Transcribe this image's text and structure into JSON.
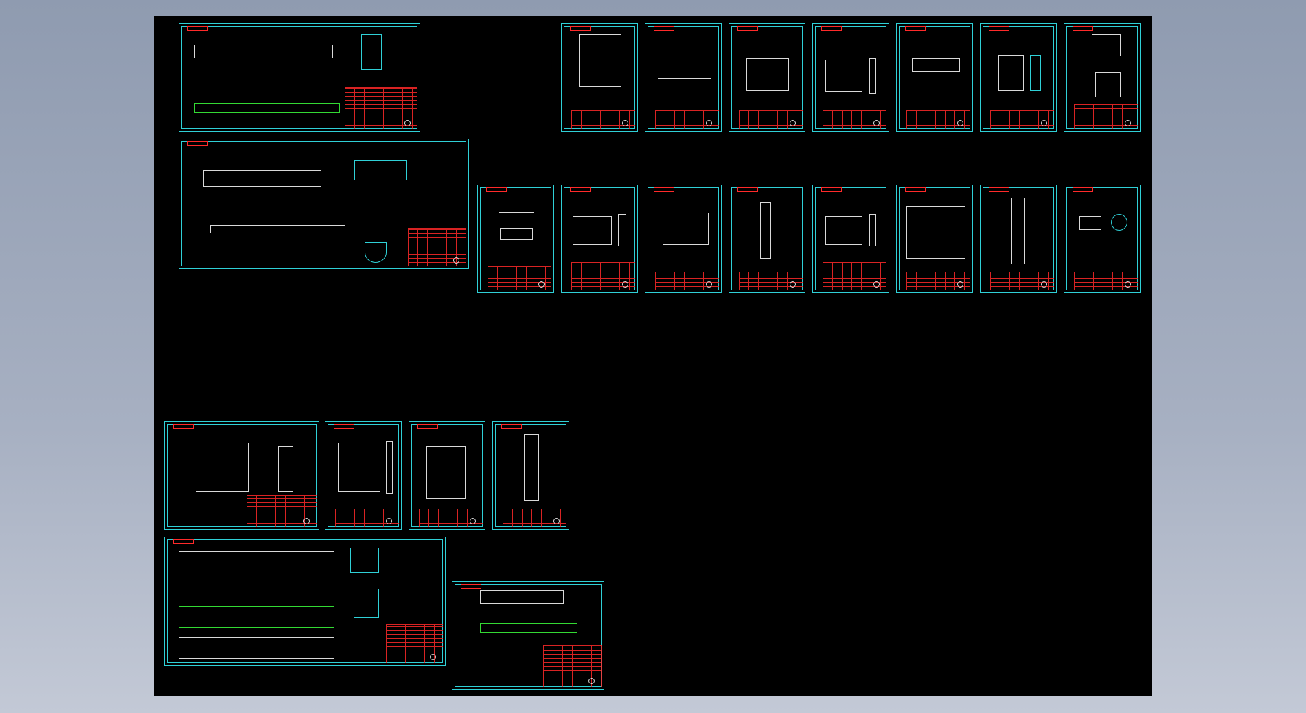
{
  "viewport": {
    "background": "#000000",
    "accent": "#2fd0d6",
    "annotation": "#ff2a2a",
    "centerline": "#3cff3c"
  },
  "sheets": [
    {
      "id": "assembly-1",
      "kind": "large"
    },
    {
      "id": "assembly-2",
      "kind": "large"
    },
    {
      "id": "part-a1",
      "kind": "small"
    },
    {
      "id": "part-a2",
      "kind": "small"
    },
    {
      "id": "part-a3",
      "kind": "small"
    },
    {
      "id": "part-a4",
      "kind": "small"
    },
    {
      "id": "part-a5",
      "kind": "small"
    },
    {
      "id": "part-a6",
      "kind": "small"
    },
    {
      "id": "part-a7",
      "kind": "small"
    },
    {
      "id": "part-b1",
      "kind": "small"
    },
    {
      "id": "part-b2",
      "kind": "small"
    },
    {
      "id": "part-b3",
      "kind": "small"
    },
    {
      "id": "part-b4",
      "kind": "small"
    },
    {
      "id": "part-b5",
      "kind": "small"
    },
    {
      "id": "part-b6",
      "kind": "small"
    },
    {
      "id": "part-b7",
      "kind": "small"
    },
    {
      "id": "part-b8",
      "kind": "small"
    },
    {
      "id": "part-c1",
      "kind": "medium"
    },
    {
      "id": "part-c2",
      "kind": "small"
    },
    {
      "id": "part-c3",
      "kind": "small"
    },
    {
      "id": "part-c4",
      "kind": "small"
    },
    {
      "id": "assembly-3",
      "kind": "large"
    },
    {
      "id": "assembly-4",
      "kind": "medium"
    }
  ]
}
